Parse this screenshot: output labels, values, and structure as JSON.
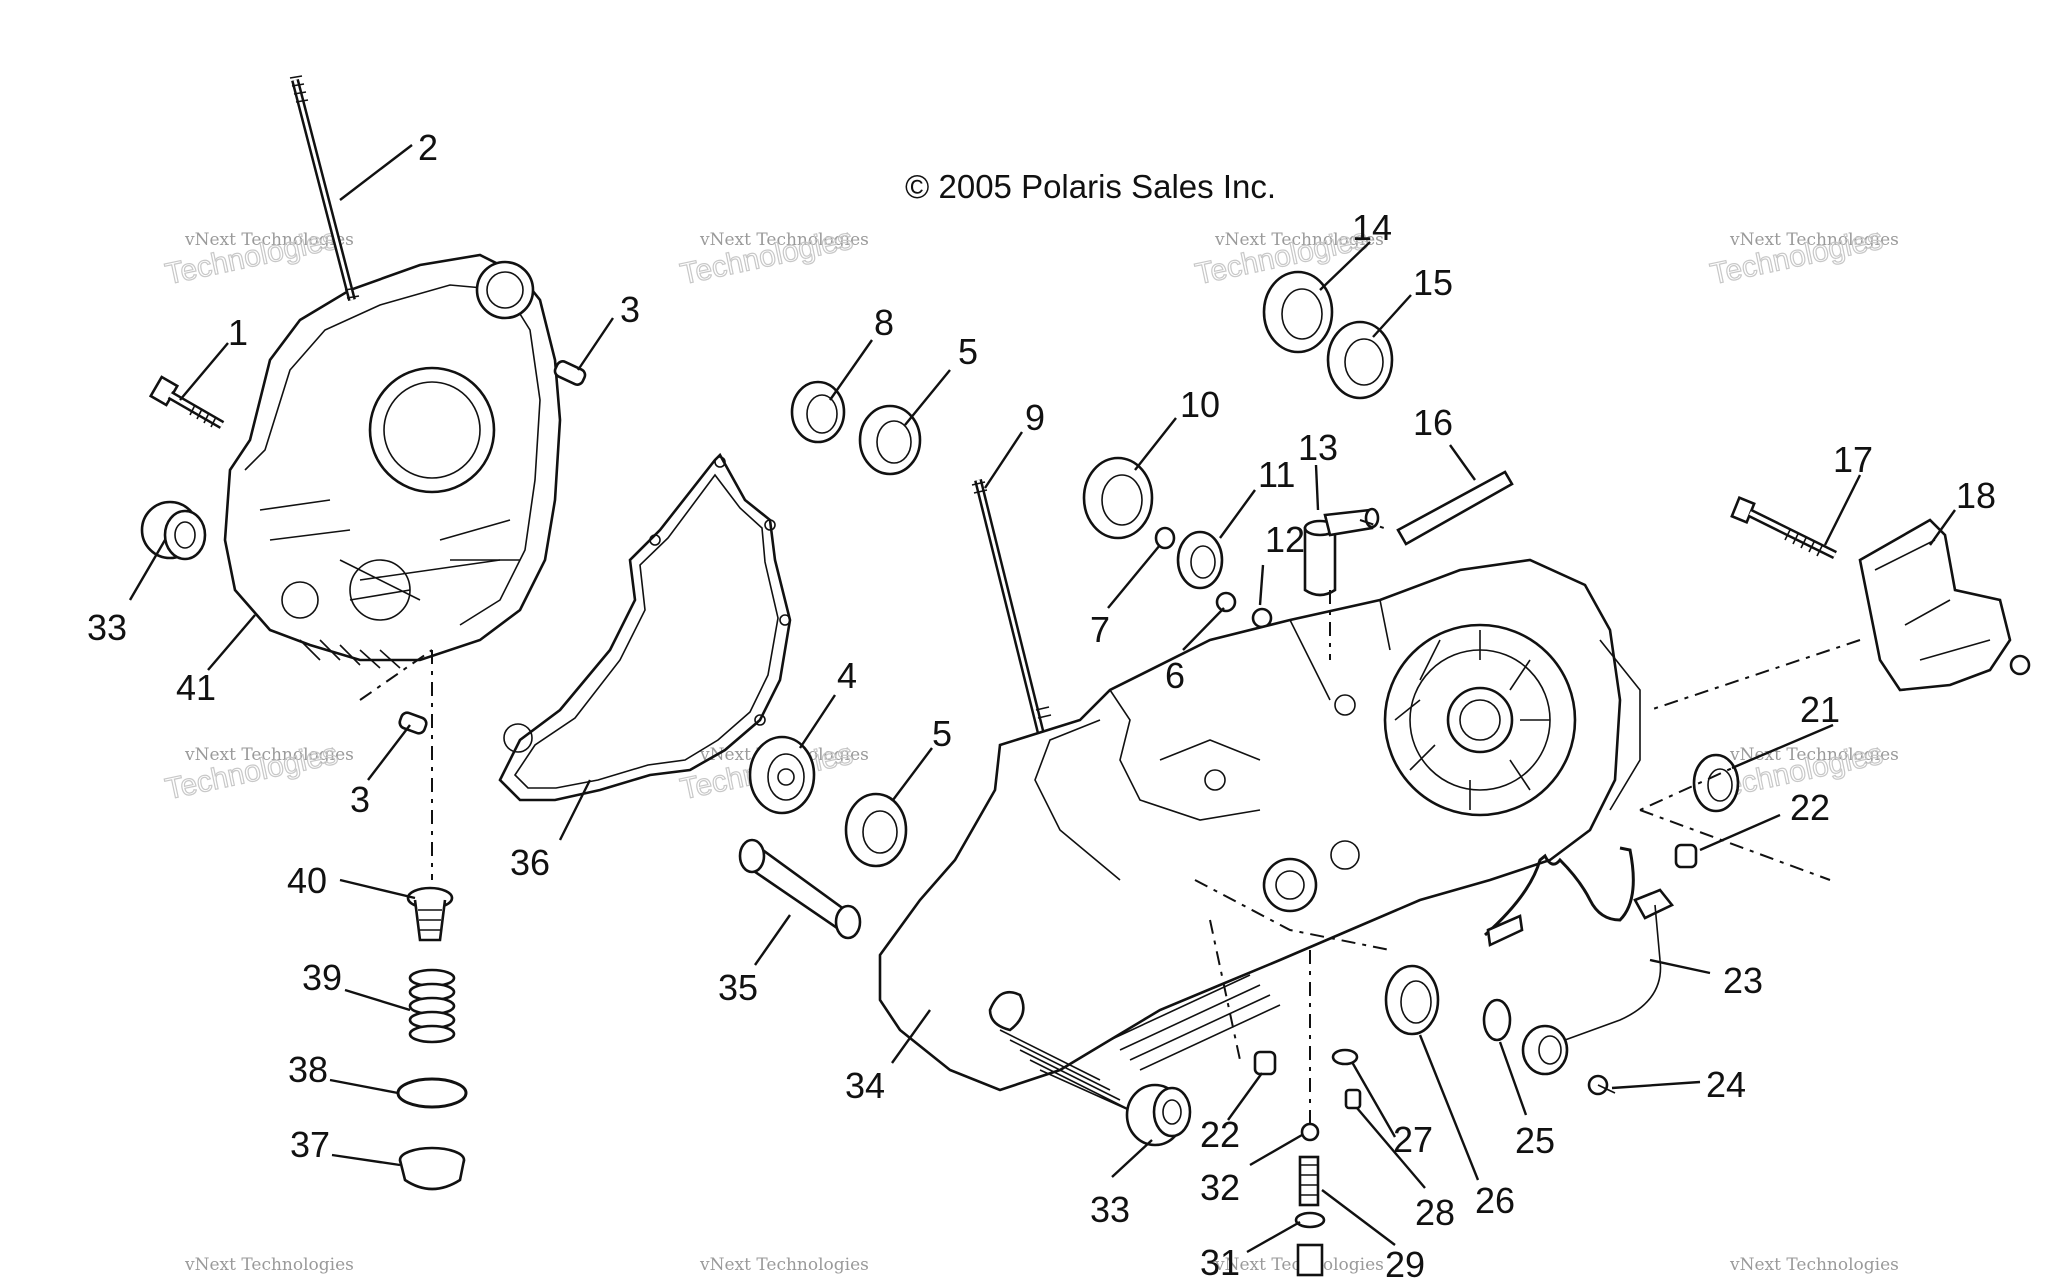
{
  "copyright": "© 2005 Polaris Sales Inc.",
  "watermark": {
    "line1": "vNext Technologies",
    "line2": "vNext",
    "line3": "Technologies"
  },
  "callouts": [
    {
      "id": "c1",
      "text": "1"
    },
    {
      "id": "c2",
      "text": "2"
    },
    {
      "id": "c3a",
      "text": "3"
    },
    {
      "id": "c3b",
      "text": "3"
    },
    {
      "id": "c4",
      "text": "4"
    },
    {
      "id": "c5a",
      "text": "5"
    },
    {
      "id": "c5b",
      "text": "5"
    },
    {
      "id": "c6",
      "text": "6"
    },
    {
      "id": "c7",
      "text": "7"
    },
    {
      "id": "c8",
      "text": "8"
    },
    {
      "id": "c9",
      "text": "9"
    },
    {
      "id": "c10",
      "text": "10"
    },
    {
      "id": "c11",
      "text": "11"
    },
    {
      "id": "c12",
      "text": "12"
    },
    {
      "id": "c13",
      "text": "13"
    },
    {
      "id": "c14",
      "text": "14"
    },
    {
      "id": "c15",
      "text": "15"
    },
    {
      "id": "c16",
      "text": "16"
    },
    {
      "id": "c17",
      "text": "17"
    },
    {
      "id": "c18",
      "text": "18"
    },
    {
      "id": "c21",
      "text": "21"
    },
    {
      "id": "c22a",
      "text": "22"
    },
    {
      "id": "c22b",
      "text": "22"
    },
    {
      "id": "c23",
      "text": "23"
    },
    {
      "id": "c24",
      "text": "24"
    },
    {
      "id": "c25",
      "text": "25"
    },
    {
      "id": "c26",
      "text": "26"
    },
    {
      "id": "c27",
      "text": "27"
    },
    {
      "id": "c28",
      "text": "28"
    },
    {
      "id": "c29",
      "text": "29"
    },
    {
      "id": "c31",
      "text": "31"
    },
    {
      "id": "c32",
      "text": "32"
    },
    {
      "id": "c33a",
      "text": "33"
    },
    {
      "id": "c33b",
      "text": "33"
    },
    {
      "id": "c34",
      "text": "34"
    },
    {
      "id": "c35",
      "text": "35"
    },
    {
      "id": "c36",
      "text": "36"
    },
    {
      "id": "c37",
      "text": "37"
    },
    {
      "id": "c38",
      "text": "38"
    },
    {
      "id": "c39",
      "text": "39"
    },
    {
      "id": "c40",
      "text": "40"
    },
    {
      "id": "c41",
      "text": "41"
    }
  ]
}
